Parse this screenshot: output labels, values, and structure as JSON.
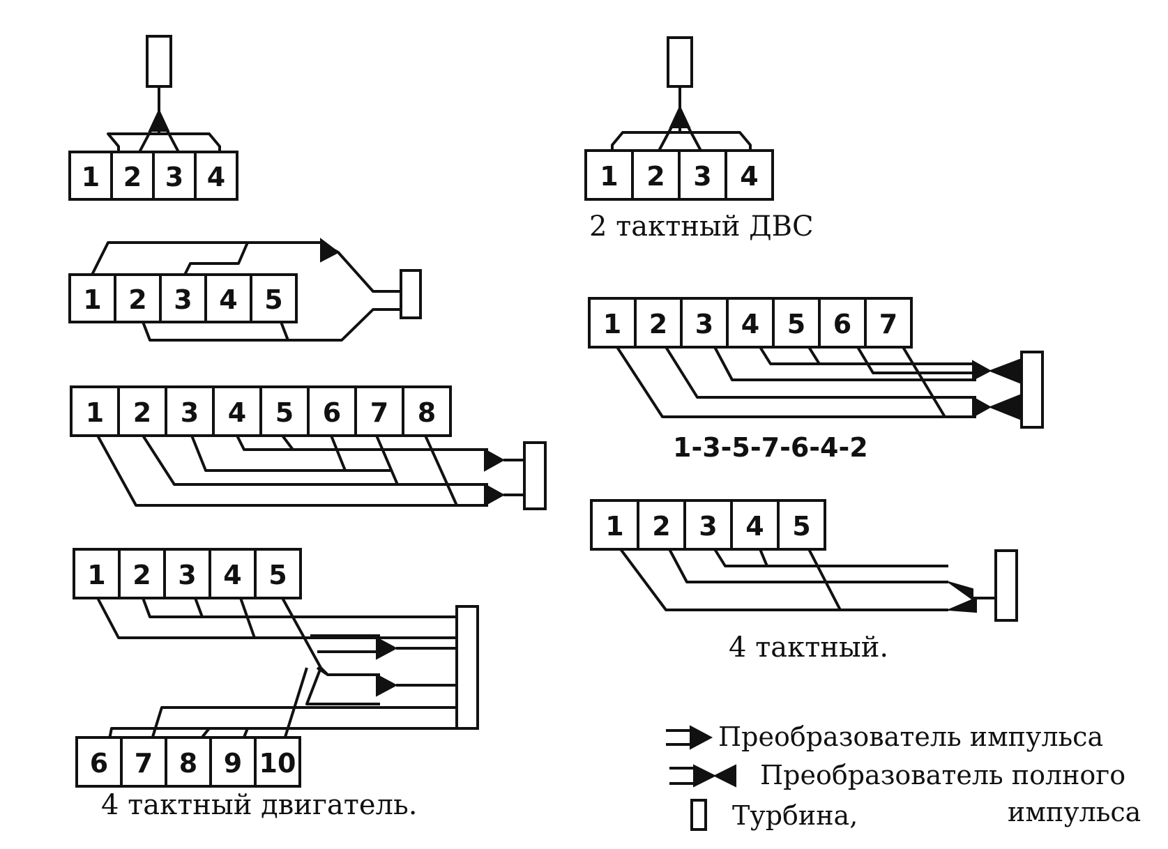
{
  "diagrams": [
    {
      "id": "d1",
      "cylinders": [
        "1",
        "2",
        "3",
        "4"
      ]
    },
    {
      "id": "d2",
      "cylinders": [
        "1",
        "2",
        "3",
        "4"
      ],
      "caption": "2 тактный ДВС"
    },
    {
      "id": "d3",
      "cylinders": [
        "1",
        "2",
        "3",
        "4",
        "5"
      ]
    },
    {
      "id": "d4",
      "cylinders": [
        "1",
        "2",
        "3",
        "4",
        "5",
        "6",
        "7"
      ],
      "firing_order": "1-3-5-7-6-4-2"
    },
    {
      "id": "d5",
      "cylinders": [
        "1",
        "2",
        "3",
        "4",
        "5",
        "6",
        "7",
        "8"
      ]
    },
    {
      "id": "d6",
      "cylinders": [
        "1",
        "2",
        "3",
        "4",
        "5"
      ],
      "caption": "4  тактный."
    },
    {
      "id": "d7",
      "cylinders_top": [
        "1",
        "2",
        "3",
        "4",
        "5"
      ],
      "cylinders_bottom": [
        "6",
        "7",
        "8",
        "9",
        "10"
      ],
      "caption": "4  тактный двигатель."
    }
  ],
  "legend": {
    "pulse_converter": "Преобразователь импульса",
    "full_pulse_converter_1": "Преобразователь полного",
    "full_pulse_converter_2": "импульса",
    "turbine": "Турбина,"
  }
}
